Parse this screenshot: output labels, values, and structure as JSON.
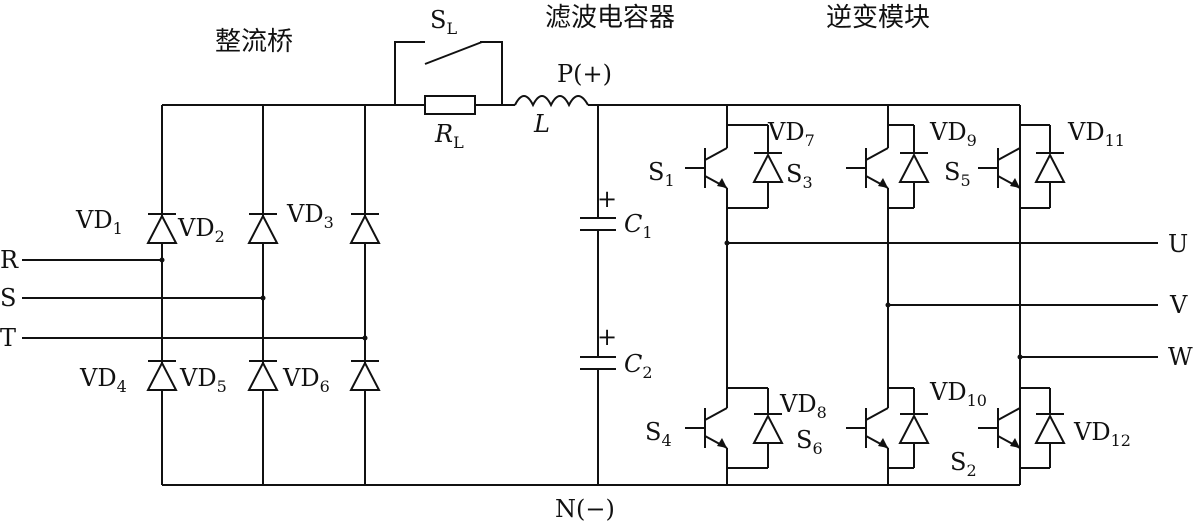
{
  "sections": {
    "rectifier": "整流桥",
    "filter": "滤波电容器",
    "inverter": "逆变模块"
  },
  "phases_in": [
    "R",
    "S",
    "T"
  ],
  "phases_out": [
    "U",
    "V",
    "W"
  ],
  "bus": {
    "positive": "P(+)",
    "negative": "N(−)"
  },
  "components": {
    "switch_bypass": {
      "main": "S",
      "sub": "L"
    },
    "resistor": {
      "main": "R",
      "sub": "L"
    },
    "inductor": "L",
    "capacitors": [
      {
        "main": "C",
        "sub": "1",
        "polarity": "+"
      },
      {
        "main": "C",
        "sub": "2",
        "polarity": "+"
      }
    ]
  },
  "rectifier_diodes": [
    {
      "main": "VD",
      "sub": "1"
    },
    {
      "main": "VD",
      "sub": "2"
    },
    {
      "main": "VD",
      "sub": "3"
    },
    {
      "main": "VD",
      "sub": "4"
    },
    {
      "main": "VD",
      "sub": "5"
    },
    {
      "main": "VD",
      "sub": "6"
    }
  ],
  "inverter_switches": {
    "upper": [
      {
        "main": "S",
        "sub": "1"
      },
      {
        "main": "S",
        "sub": "3"
      },
      {
        "main": "S",
        "sub": "5"
      }
    ],
    "lower": [
      {
        "main": "S",
        "sub": "4"
      },
      {
        "main": "S",
        "sub": "6"
      },
      {
        "main": "S",
        "sub": "2"
      }
    ]
  },
  "inverter_diodes": {
    "upper": [
      {
        "main": "VD",
        "sub": "7"
      },
      {
        "main": "VD",
        "sub": "9"
      },
      {
        "main": "VD",
        "sub": "11"
      }
    ],
    "lower": [
      {
        "main": "VD",
        "sub": "8"
      },
      {
        "main": "VD",
        "sub": "10"
      },
      {
        "main": "VD",
        "sub": "12"
      }
    ]
  }
}
